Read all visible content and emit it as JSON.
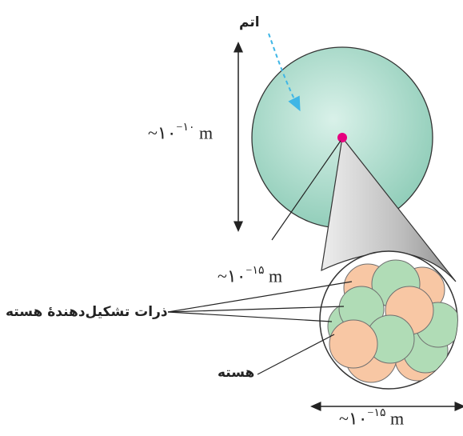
{
  "labels": {
    "atom": "اتم",
    "constituents": "ذرات تشکیل‌دهندهٔ هسته",
    "nucleus": "هسته"
  },
  "scales": {
    "atom_prefix": "~۱۰",
    "atom_exp": "−۱۰",
    "atom_unit": "m",
    "nucleus_prefix": "~۱۰",
    "nucleus_exp": "−۱۵",
    "nucleus_unit": "m",
    "width_prefix": "~۱۰",
    "width_exp": "−۱۵",
    "width_unit": "m"
  },
  "colors": {
    "atom_fill": "#bfe6d9",
    "atom_fill_edge": "#7fc7b0",
    "nucleus_dot": "#e6007e",
    "proton": "#f8c7a4",
    "neutron": "#b0dcb6",
    "arrow_dashed": "#3fb6e6",
    "cone": "#d3d3d3",
    "line": "#222222"
  }
}
